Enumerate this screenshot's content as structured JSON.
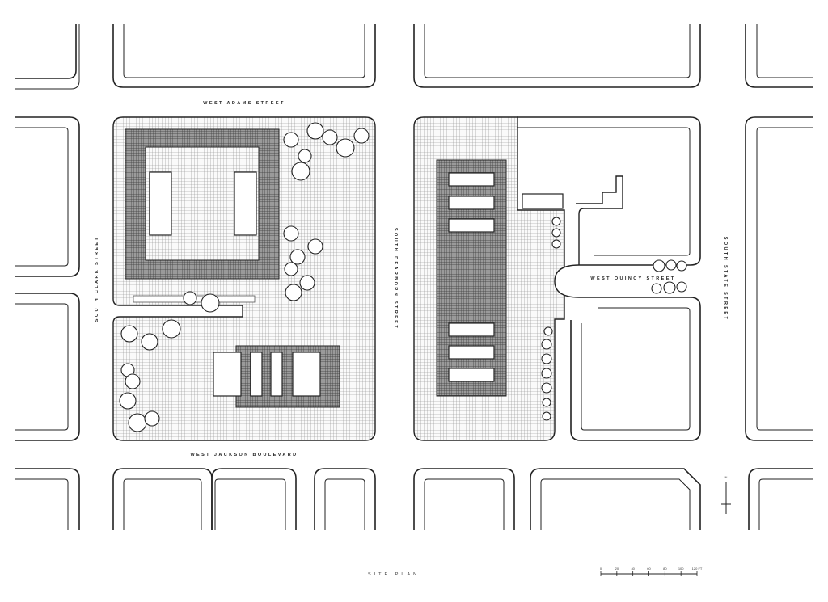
{
  "streets": {
    "north": "WEST ADAMS STREET",
    "south": "WEST JACKSON BOULEVARD",
    "west": "SOUTH CLARK STREET",
    "middle": "SOUTH DEARBORN STREET",
    "east_cross": "WEST QUINCY STREET",
    "east": "SOUTH STATE STREET"
  },
  "caption": "SITE PLAN",
  "scale_bar": {
    "ticks": [
      "0",
      "20",
      "40",
      "60",
      "80",
      "100",
      "120 FT"
    ]
  },
  "north_arrow": "N"
}
